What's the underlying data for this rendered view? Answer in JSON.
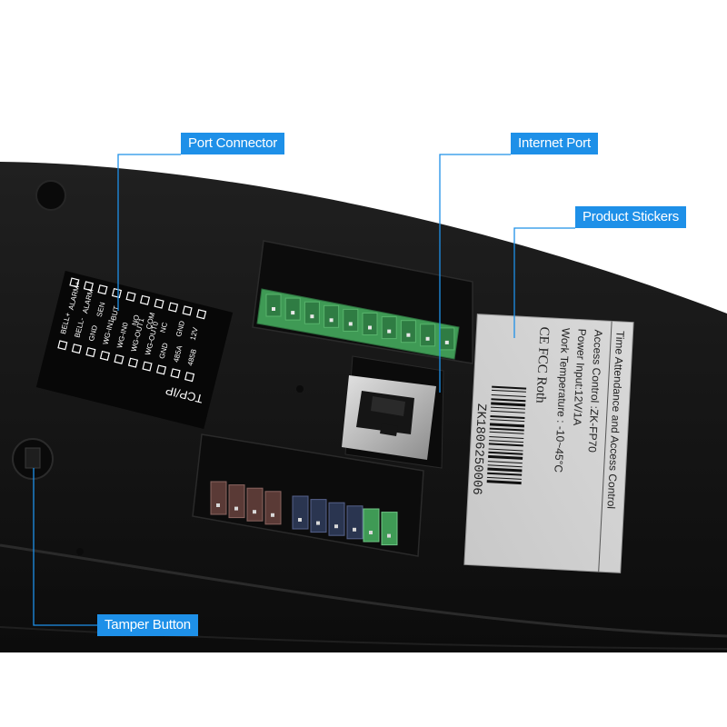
{
  "callouts": {
    "port_connector": "Port Connector",
    "internet_port": "Internet Port",
    "product_stickers": "Product Stickers",
    "tamper_button": "Tamper Button"
  },
  "label_panel": {
    "title": "TCP/IP",
    "top_row": [
      "485B",
      "485A",
      "GND",
      "WG-OUT0",
      "WG-OUT1",
      "WG-IN0",
      "WG-IN1",
      "GND",
      "BELL-",
      "BELL+"
    ],
    "bottom_row": [
      "12V",
      "GND",
      "NC",
      "COM",
      "NO",
      "BUT",
      "SEN",
      "ALARM-",
      "ALARM+"
    ]
  },
  "sticker": {
    "line1": "Time Attendance and Access Control",
    "line2": "Access Control :ZK-FP70",
    "line3": "Power Input:12V/1A",
    "line4": "Work Temperature : -10~45°C",
    "line5": "CE  FCC  Roth",
    "serial": "ZK1806250006"
  },
  "colors": {
    "callout_blue": "#1e90e8",
    "device_body": "#141414",
    "terminal_green": "#3f9a55",
    "terminal_brown": "#5a3a36",
    "terminal_blue": "#2a3550"
  }
}
